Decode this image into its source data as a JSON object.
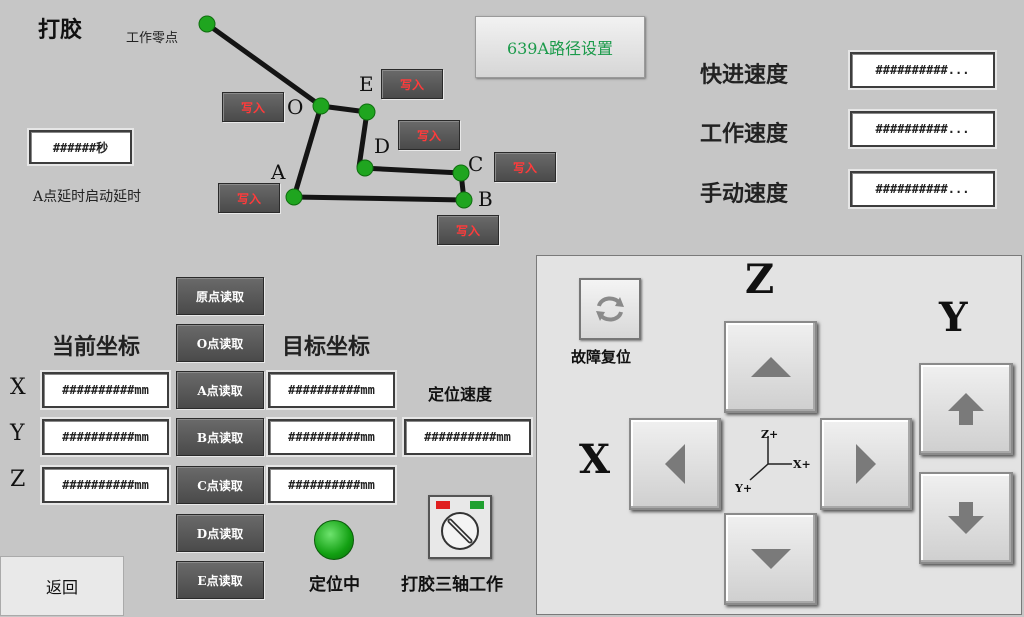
{
  "header": {
    "title": "打胶",
    "path_settings_button": "639A路径设置"
  },
  "path_diagram": {
    "work_zero_label": "工作零点",
    "points": {
      "O": "O",
      "E": "E",
      "D": "D",
      "C": "C",
      "A": "A",
      "B": "B"
    },
    "write_label": "写入",
    "delay_field": "######秒",
    "delay_label": "A点延时启动延时"
  },
  "speeds": {
    "fast_label": "快进速度",
    "fast_value": "##########...",
    "work_label": "工作速度",
    "work_value": "##########...",
    "manual_label": "手动速度",
    "manual_value": "##########..."
  },
  "coords": {
    "current_label": "当前坐标",
    "target_label": "目标坐标",
    "axes": {
      "x": "X",
      "y": "Y",
      "z": "Z"
    },
    "current": {
      "x": "##########mm",
      "y": "##########mm",
      "z": "##########mm"
    },
    "target": {
      "x": "##########mm",
      "y": "##########mm",
      "z": "##########mm"
    },
    "position_speed_label": "定位速度",
    "position_speed_value": "##########mm"
  },
  "read_buttons": {
    "origin": "原点读取",
    "o": "O点读取",
    "a": "A点读取",
    "b": "B点读取",
    "c": "C点读取",
    "d": "D点读取",
    "e": "E点读取"
  },
  "status": {
    "positioning_label": "定位中",
    "positioning_color": "#12a012",
    "three_axis_label": "打胶三轴工作"
  },
  "jog": {
    "fault_reset_label": "故障复位",
    "z_label": "Z",
    "y_label": "Y",
    "x_label": "X",
    "axis_z_plus": "Z+",
    "axis_x_plus": "X+",
    "axis_y_plus": "Y+"
  },
  "footer": {
    "back_button": "返回"
  },
  "colors": {
    "background": "#c6c6c6",
    "write_text": "#ff3b3b",
    "point_green": "#1fa51f",
    "path_button_text": "#1a9a4a"
  }
}
